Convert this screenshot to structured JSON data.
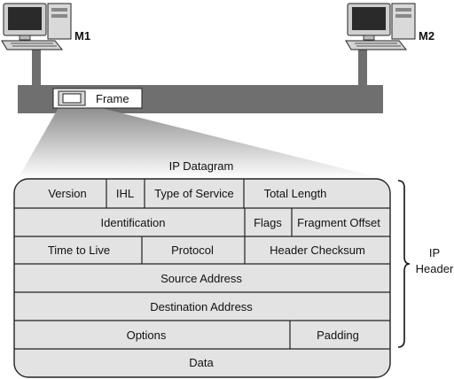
{
  "network": {
    "machine_left": "M1",
    "machine_right": "M2",
    "frame_label": "Frame"
  },
  "datagram": {
    "title": "IP Datagram",
    "rows": [
      [
        "Version",
        "IHL",
        "Type of Service",
        "Total Length"
      ],
      [
        "Identification",
        "Flags",
        "Fragment Offset"
      ],
      [
        "Time to Live",
        "Protocol",
        "Header Checksum"
      ],
      [
        "Source Address"
      ],
      [
        "Destination Address"
      ],
      [
        "Options",
        "Padding"
      ],
      [
        "Data"
      ]
    ]
  },
  "brace_label": [
    "IP",
    "Header"
  ],
  "colors": {
    "wire": "#6f6f6f",
    "field_fill": "#e3e3e3",
    "field_line": "#222222"
  }
}
